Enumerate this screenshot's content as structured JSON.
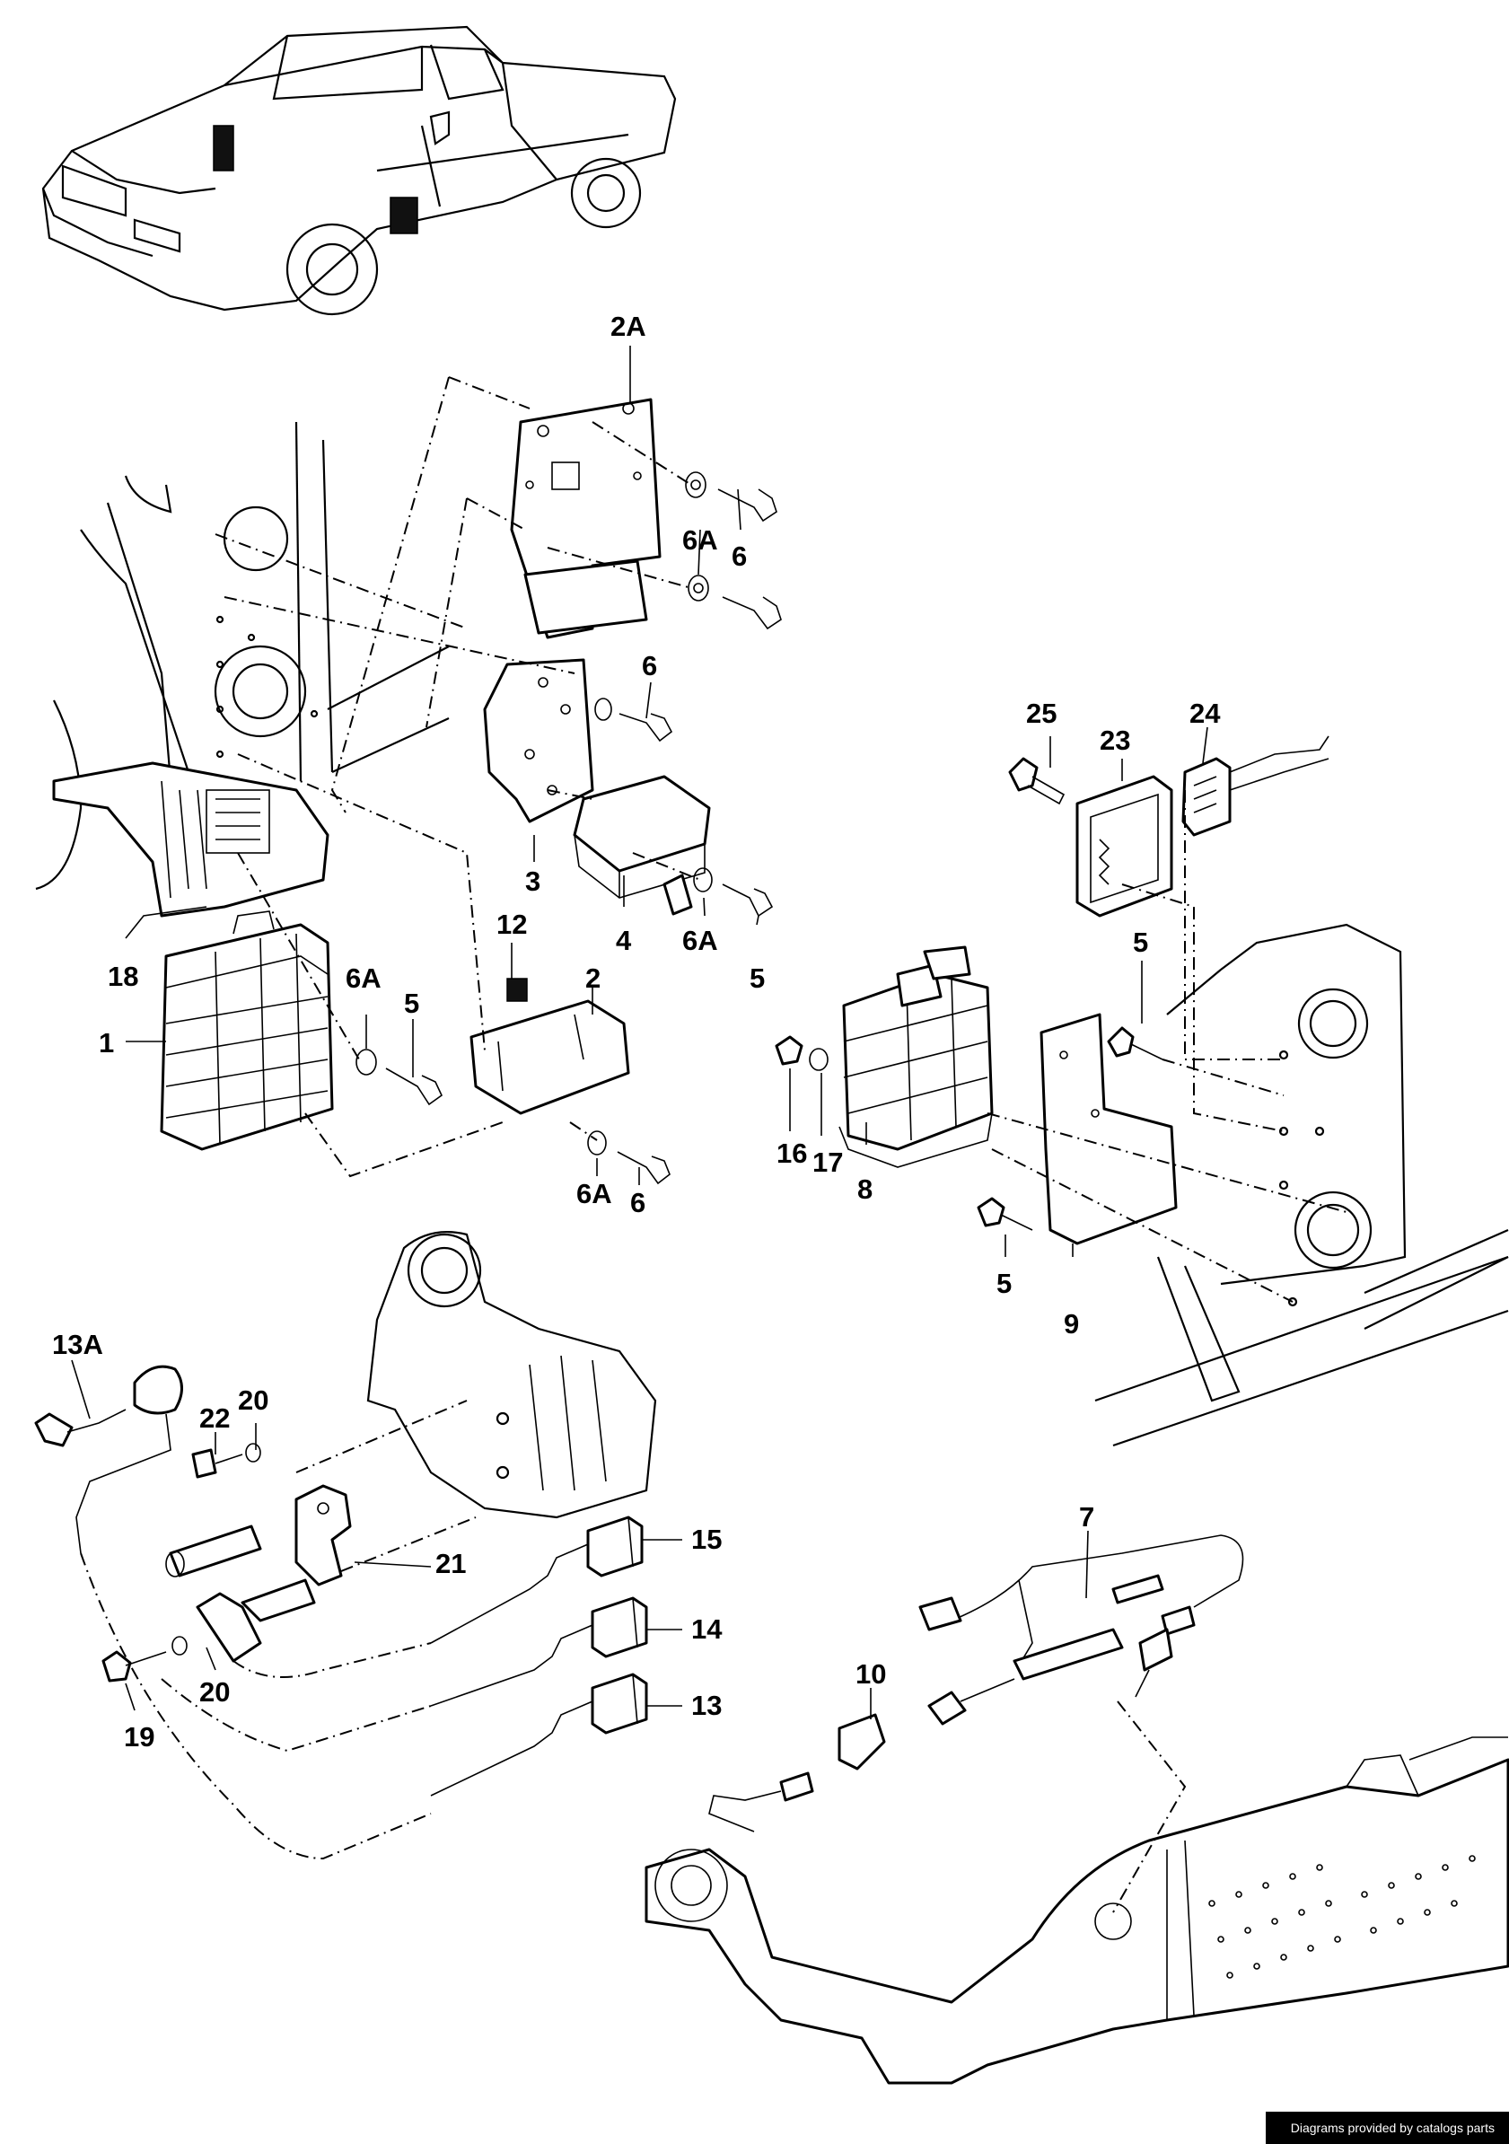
{
  "footer_text": "Diagrams provided by catalogs parts",
  "labels": [
    {
      "key": "l_2A_top",
      "text": "2A"
    },
    {
      "key": "l_6A_top",
      "text": "6A"
    },
    {
      "key": "l_6_top",
      "text": "6"
    },
    {
      "key": "l_6_mid",
      "text": "6"
    },
    {
      "key": "l_3",
      "text": "3"
    },
    {
      "key": "l_4",
      "text": "4"
    },
    {
      "key": "l_6A_mid",
      "text": "6A"
    },
    {
      "key": "l_5_mid",
      "text": "5"
    },
    {
      "key": "l_12",
      "text": "12"
    },
    {
      "key": "l_2",
      "text": "2"
    },
    {
      "key": "l_18",
      "text": "18"
    },
    {
      "key": "l_6A_left",
      "text": "6A"
    },
    {
      "key": "l_5_left",
      "text": "5"
    },
    {
      "key": "l_1",
      "text": "1"
    },
    {
      "key": "l_6A_bot",
      "text": "6A"
    },
    {
      "key": "l_6_bot",
      "text": "6"
    },
    {
      "key": "l_25",
      "text": "25"
    },
    {
      "key": "l_23",
      "text": "23"
    },
    {
      "key": "l_24",
      "text": "24"
    },
    {
      "key": "l_5_right",
      "text": "5"
    },
    {
      "key": "l_16",
      "text": "16"
    },
    {
      "key": "l_17",
      "text": "17"
    },
    {
      "key": "l_8",
      "text": "8"
    },
    {
      "key": "l_5_right_bot",
      "text": "5"
    },
    {
      "key": "l_9",
      "text": "9"
    },
    {
      "key": "l_13A",
      "text": "13A"
    },
    {
      "key": "l_22",
      "text": "22"
    },
    {
      "key": "l_20_top",
      "text": "20"
    },
    {
      "key": "l_21",
      "text": "21"
    },
    {
      "key": "l_15",
      "text": "15"
    },
    {
      "key": "l_14",
      "text": "14"
    },
    {
      "key": "l_13",
      "text": "13"
    },
    {
      "key": "l_20_bot",
      "text": "20"
    },
    {
      "key": "l_19",
      "text": "19"
    },
    {
      "key": "l_7",
      "text": "7"
    },
    {
      "key": "l_10",
      "text": "10"
    }
  ]
}
